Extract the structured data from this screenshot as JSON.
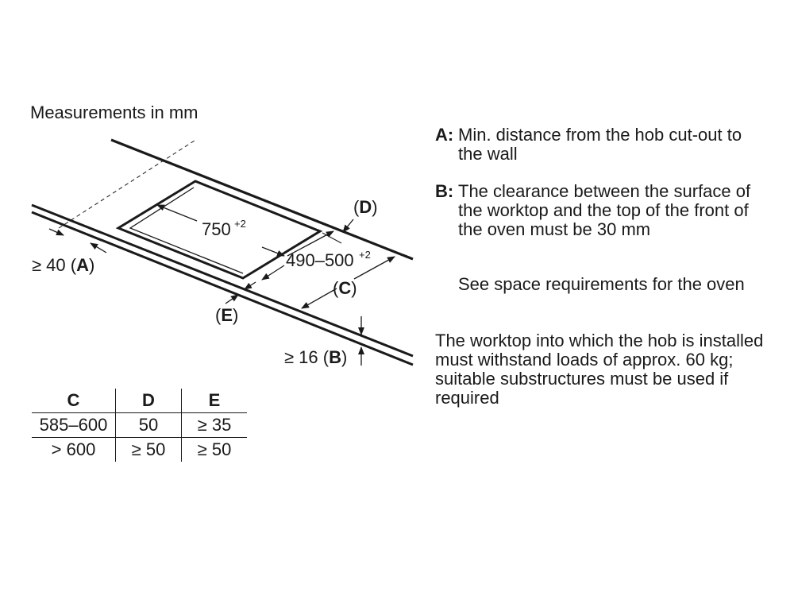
{
  "heading": "Measurements in mm",
  "labels": {
    "width": "750",
    "width_tol": "+2",
    "depth": "490–500",
    "depth_tol": "+2",
    "a": "≥ 40 (",
    "a_key": "A",
    "b": "≥ 16 (",
    "b_key": "B",
    "c_open": "(",
    "c_key": "C",
    "d_open": "(",
    "d_key": "D",
    "e_open": "(",
    "e_key": "E",
    "close": ")"
  },
  "legend": {
    "a_key": "A:",
    "a_text": "Min. distance from the hob cut-out to the wall",
    "b_key": "B:",
    "b_text": "The clearance between the surface of the worktop and the top of the front of the oven must be 30 mm",
    "space_note": "See space requirements for the oven",
    "worktop_note": "The worktop into which the hob is installed must withstand loads of approx. 60 kg; suitable substructures must be used if required"
  },
  "table": {
    "headers": [
      "C",
      "D",
      "E"
    ],
    "rows": [
      [
        "585–600",
        "50",
        "≥ 35"
      ],
      [
        "> 600",
        "≥ 50",
        "≥ 50"
      ]
    ]
  }
}
